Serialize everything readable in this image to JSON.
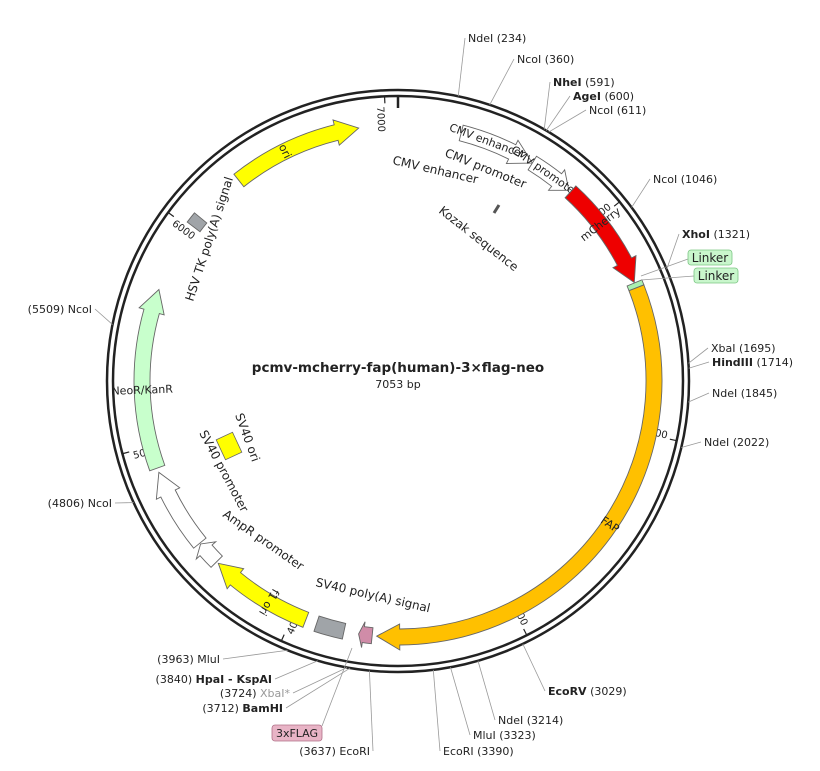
{
  "plasmid": {
    "name": "pcmv-mcherry-fap(human)-3×flag-neo",
    "size": "7053 bp",
    "length": 7053
  },
  "ticks": [
    {
      "pos": 1000,
      "label": "1000"
    },
    {
      "pos": 2000,
      "label": "2000"
    },
    {
      "pos": 3000,
      "label": "3000"
    },
    {
      "pos": 4000,
      "label": "4000"
    },
    {
      "pos": 5000,
      "label": "5000"
    },
    {
      "pos": 6000,
      "label": "6000"
    },
    {
      "pos": 7000,
      "label": "7000"
    }
  ],
  "features": [
    {
      "id": "cmv-enhancer",
      "label": "CMV enhancer",
      "start": 280,
      "end": 620,
      "color": "#ffffff",
      "type": "arrow"
    },
    {
      "id": "cmv-promoter",
      "label": "CMV promoter",
      "start": 620,
      "end": 820,
      "color": "#ffffff",
      "type": "arrow"
    },
    {
      "id": "mcherry",
      "label": "mCherry",
      "start": 830,
      "end": 1320,
      "color": "#ee0000",
      "type": "arrow"
    },
    {
      "id": "linker",
      "label": "",
      "start": 1322,
      "end": 1345,
      "color": "#a9f0b0",
      "type": "box"
    },
    {
      "id": "fap",
      "label": "FAP",
      "start": 1345,
      "end": 3620,
      "color": "#ffc000",
      "type": "arrow"
    },
    {
      "id": "flag",
      "label": "",
      "start": 3640,
      "end": 3700,
      "color": "#d08ca8",
      "type": "arrow"
    },
    {
      "id": "sv40-pa",
      "label": "",
      "start": 3765,
      "end": 3890,
      "color": "#a0a4a8",
      "type": "box"
    },
    {
      "id": "f1-ori",
      "label": "f1 ori",
      "start": 3940,
      "end": 4400,
      "color": "#ffff00",
      "type": "arrow"
    },
    {
      "id": "ampr-promoter",
      "label": "",
      "start": 4410,
      "end": 4515,
      "color": "#ffffff",
      "type": "arrow"
    },
    {
      "id": "sv40-promoter",
      "label": "",
      "start": 4520,
      "end": 4880,
      "color": "#ffffff",
      "type": "arrow"
    },
    {
      "id": "neor",
      "label": "NeoR/KanR",
      "start": 4900,
      "end": 5700,
      "color": "#c8ffcc",
      "type": "arrow"
    },
    {
      "id": "hsv-tk",
      "label": "",
      "start": 6015,
      "end": 6065,
      "color": "#a0a4a8",
      "type": "box"
    },
    {
      "id": "ori",
      "label": "ori",
      "start": 6300,
      "end": 6880,
      "color": "#ffff00",
      "type": "arrow"
    }
  ],
  "feature_labels": {
    "cmv_promoter": "CMV promoter",
    "cmv_enhancer": "CMV enhancer",
    "kozak": "Kozak sequence",
    "hsv_tk": "HSV TK poly(A) signal",
    "sv40_ori": "SV40 ori",
    "sv40_promoter": "SV40 promoter",
    "ampr_promoter": "AmpR promoter",
    "sv40_pa": "SV40 poly(A) signal",
    "flag_box": "3xFLAG",
    "linker1": "Linker",
    "linker2": "Linker"
  },
  "sites_right": [
    {
      "name": "NdeI",
      "pos": 234,
      "label": "(234)",
      "bold": false
    },
    {
      "name": "NcoI",
      "pos": 360,
      "label": "(360)",
      "bold": false
    },
    {
      "name": "NheI",
      "pos": 591,
      "label": "(591)",
      "bold": true
    },
    {
      "name": "AgeI",
      "pos": 600,
      "label": "(600)",
      "bold": true
    },
    {
      "name": "NcoI",
      "pos": 611,
      "label": "(611)",
      "bold": false
    },
    {
      "name": "NcoI",
      "pos": 1046,
      "label": "(1046)",
      "bold": false
    },
    {
      "name": "XhoI",
      "pos": 1321,
      "label": "(1321)",
      "bold": true
    },
    {
      "name": "XbaI",
      "pos": 1695,
      "label": "(1695)",
      "bold": false
    },
    {
      "name": "HindIII",
      "pos": 1714,
      "label": "(1714)",
      "bold": true
    },
    {
      "name": "NdeI",
      "pos": 1845,
      "label": "(1845)",
      "bold": false
    },
    {
      "name": "NdeI",
      "pos": 2022,
      "label": "(2022)",
      "bold": false
    },
    {
      "name": "EcoRV",
      "pos": 3029,
      "label": "(3029)",
      "bold": true
    },
    {
      "name": "NdeI",
      "pos": 3214,
      "label": "(3214)",
      "bold": false
    },
    {
      "name": "MluI",
      "pos": 3323,
      "label": "(3323)",
      "bold": false
    },
    {
      "name": "EcoRI",
      "pos": 3390,
      "label": "(3390)",
      "bold": false
    }
  ],
  "sites_left": [
    {
      "name": "EcoRI",
      "pos": 3637,
      "label": "(3637)",
      "bold": false,
      "dim": false
    },
    {
      "name": "BamHI",
      "pos": 3712,
      "label": "(3712)",
      "bold": true,
      "dim": false
    },
    {
      "name": "XbaI*",
      "pos": 3724,
      "label": "(3724)",
      "bold": false,
      "dim": true
    },
    {
      "name": "HpaI - KspAI",
      "pos": 3840,
      "label": "(3840)",
      "bold": true,
      "dim": false
    },
    {
      "name": "MluI",
      "pos": 3963,
      "label": "(3963)",
      "bold": false,
      "dim": false
    },
    {
      "name": "NcoI",
      "pos": 4806,
      "label": "(4806)",
      "bold": false,
      "dim": false
    },
    {
      "name": "NcoI",
      "pos": 5509,
      "label": "(5509)",
      "bold": false,
      "dim": false
    }
  ]
}
